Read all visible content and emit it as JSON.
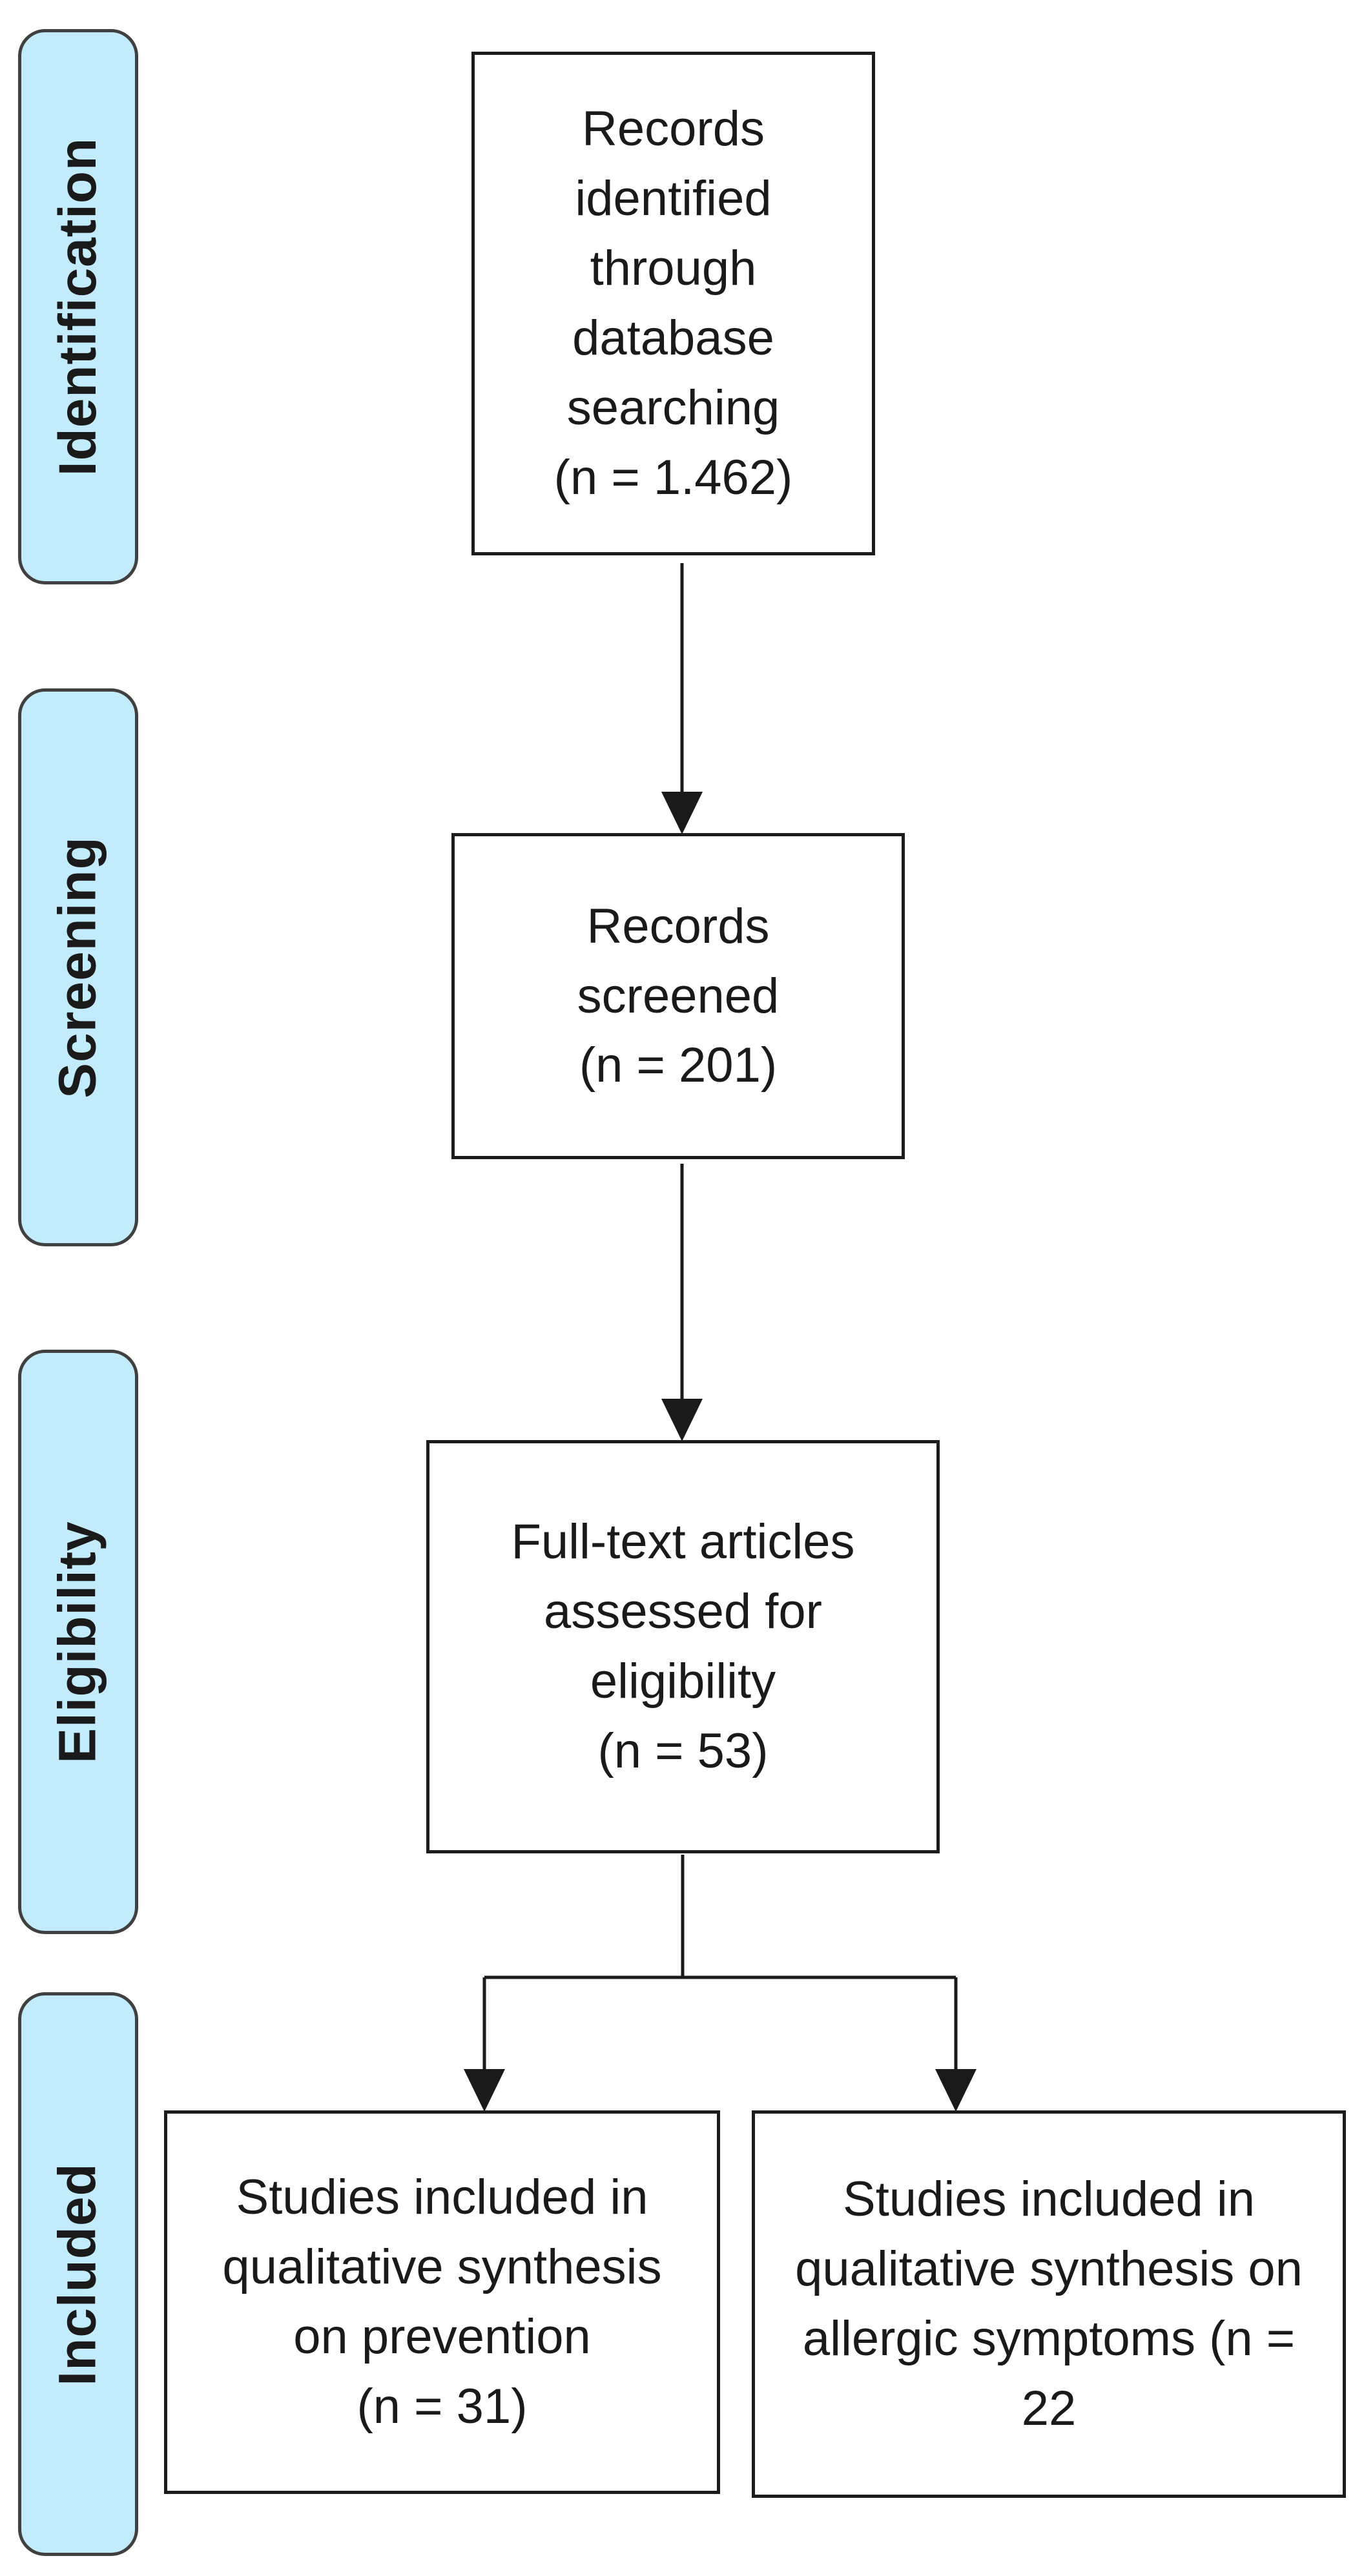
{
  "palette": {
    "page-bg": "#ffffff",
    "stage-fill": "#c2ebfb",
    "stage-border": "#404040",
    "node-bg": "#ffffff",
    "node-border": "#1c1c1c",
    "text-color": "#1a1a1a",
    "arrow-color": "#1a1a1a"
  },
  "stages": [
    {
      "id": "identification",
      "label": "Identification"
    },
    {
      "id": "screening",
      "label": "Screening"
    },
    {
      "id": "eligibility",
      "label": "Eligibility"
    },
    {
      "id": "included",
      "label": "Included"
    }
  ],
  "nodes": [
    {
      "id": "records-identified",
      "stage": "identification",
      "text": "Records\nidentified\nthrough\ndatabase\nsearching\n(n = 1.462)",
      "n": "1.462"
    },
    {
      "id": "records-screened",
      "stage": "screening",
      "text": "Records\nscreened\n(n = 201)",
      "n": "201"
    },
    {
      "id": "fulltext-assessed",
      "stage": "eligibility",
      "text": "Full-text articles\nassessed for\neligibility\n(n = 53)",
      "n": "53"
    },
    {
      "id": "included-prevention",
      "stage": "included",
      "text": "Studies included in\nqualitative synthesis\non prevention\n(n = 31)",
      "n": "31"
    },
    {
      "id": "included-allergic-symptoms",
      "stage": "included",
      "text": "Studies included in\nqualitative synthesis on\nallergic symptoms (n =\n22",
      "n": "22"
    }
  ],
  "edges": [
    {
      "from": "records-identified",
      "to": "records-screened"
    },
    {
      "from": "records-screened",
      "to": "fulltext-assessed"
    },
    {
      "from": "fulltext-assessed",
      "to": "included-prevention"
    },
    {
      "from": "fulltext-assessed",
      "to": "included-allergic-symptoms"
    }
  ]
}
